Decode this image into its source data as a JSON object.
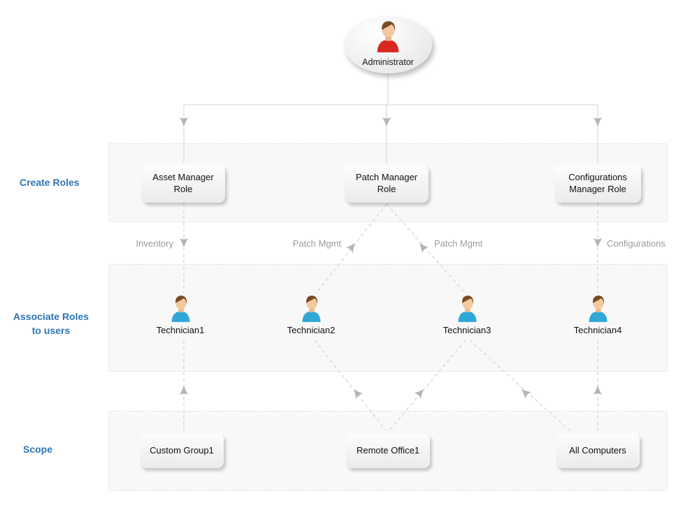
{
  "admin": {
    "label": "Administrator",
    "icon": "admin-person-icon"
  },
  "section_labels": {
    "create_roles": "Create Roles",
    "associate_roles_line1": "Associate Roles",
    "associate_roles_line2": "to users",
    "scope": "Scope"
  },
  "roles": [
    {
      "label": "Asset Manager Role"
    },
    {
      "label": "Patch Manager Role"
    },
    {
      "label": "Configurations Manager Role"
    }
  ],
  "edge_labels": {
    "inventory": "Inventory",
    "patch_left": "Patch Mgmt",
    "patch_right": "Patch Mgmt",
    "configurations": "Configurations"
  },
  "technicians": [
    {
      "label": "Technician1",
      "icon": "technician-person-icon"
    },
    {
      "label": "Technician2",
      "icon": "technician-person-icon"
    },
    {
      "label": "Technician3",
      "icon": "technician-person-icon"
    },
    {
      "label": "Technician4",
      "icon": "technician-person-icon"
    }
  ],
  "scopes": [
    {
      "label": "Custom Group1"
    },
    {
      "label": "Remote Office1"
    },
    {
      "label": "All Computers"
    }
  ],
  "colors": {
    "section_label_blue": "#2e74b5",
    "edge_label_gray": "#9b9b9b",
    "connector_line": "#d9d9d9",
    "arrowhead": "#b5b5b5",
    "admin_shirt_red": "#d6281e",
    "technician_shirt_blue": "#2fa8d8",
    "panel_background": "#f8f8f8"
  }
}
